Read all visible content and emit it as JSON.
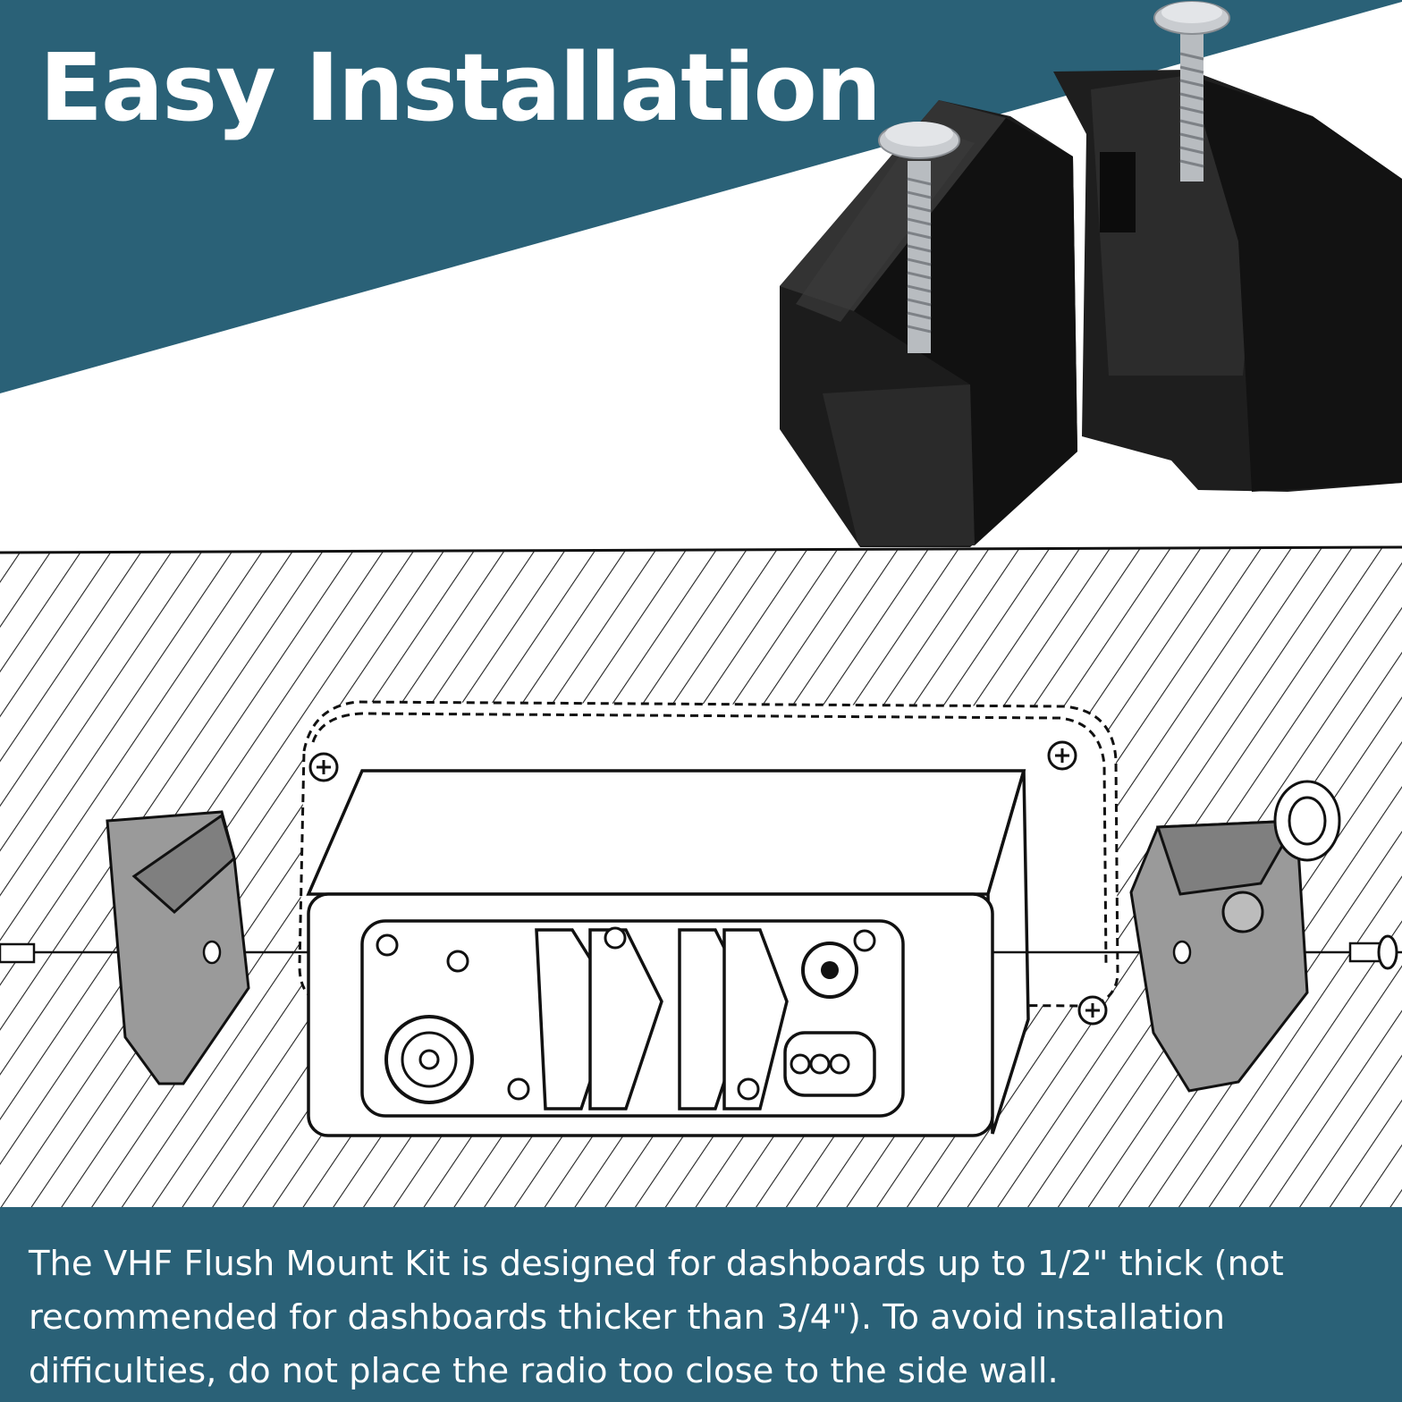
{
  "title": "Easy Installation",
  "caption": "The VHF Flush Mount Kit is designed for dashboards up to 1/2\" thick (not\nrecommended for dashboards thicker than 3/4\"). To avoid installation\ndifficulties, do not place the radio too close to the side wall.",
  "colors": {
    "banner": "#2a6177",
    "caption_band": "#2a6177",
    "text": "#ffffff",
    "bracket": "#1c1c1c",
    "screw": "#b8bcc0",
    "part_gray": "#9a9a9a",
    "line": "#111111"
  },
  "images": {
    "brackets_photo": "black-mounting-brackets-with-screws",
    "diagram": "flush-mount-installation-diagram"
  }
}
